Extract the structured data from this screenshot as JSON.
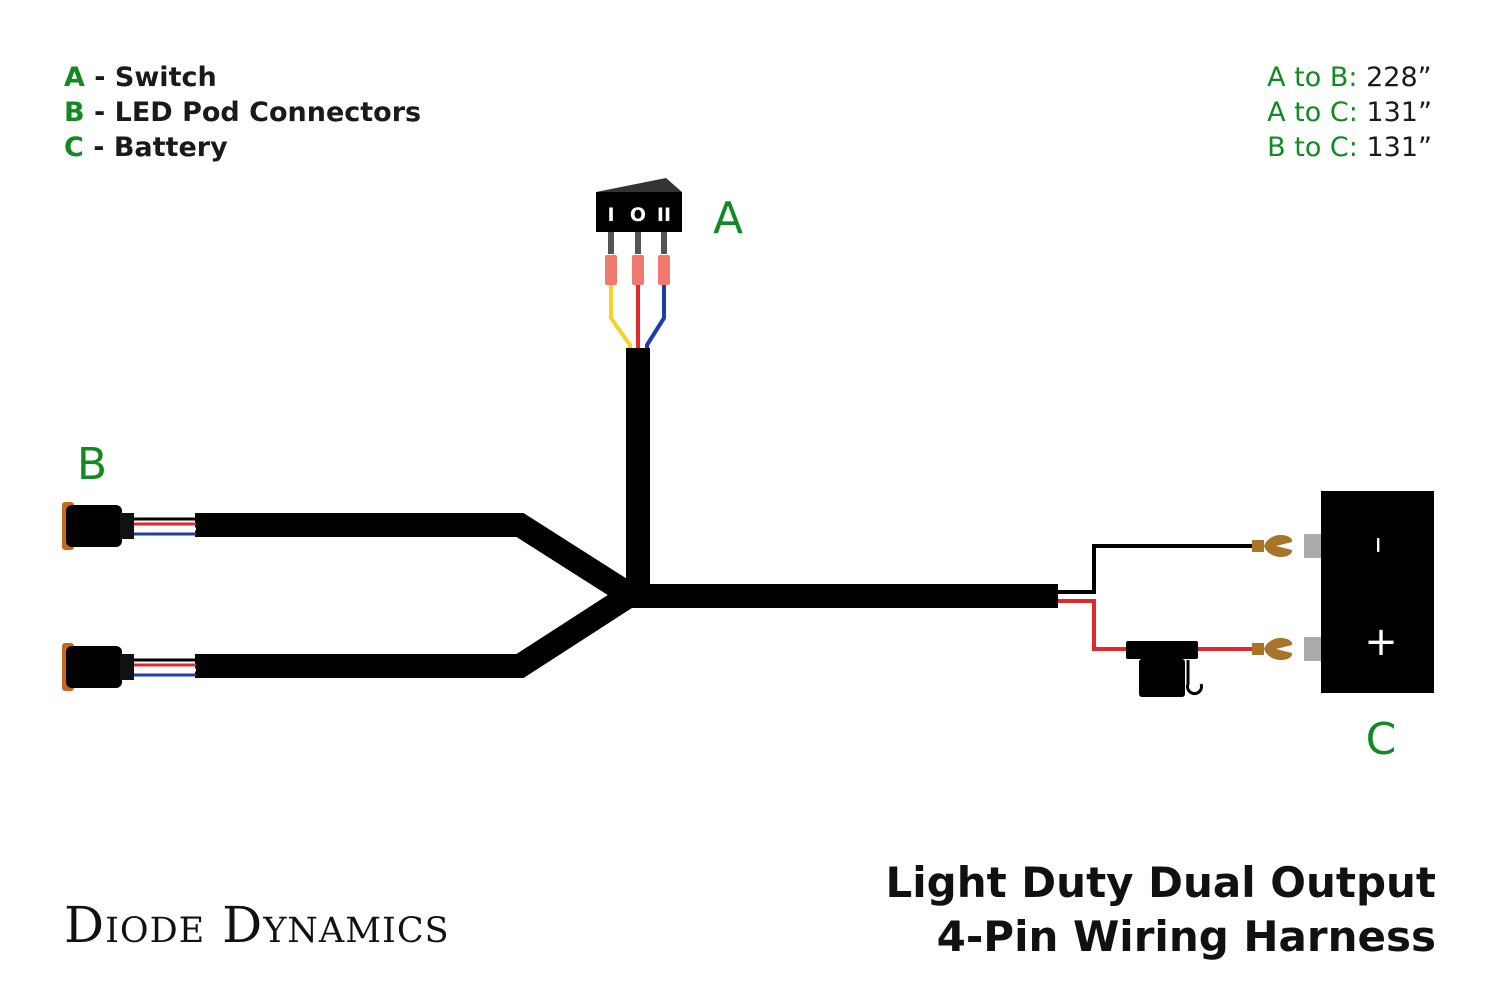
{
  "legend": [
    {
      "key": "A",
      "sep": " - ",
      "label": "Switch"
    },
    {
      "key": "B",
      "sep": " - ",
      "label": "LED Pod Connectors"
    },
    {
      "key": "C",
      "sep": " - ",
      "label": "Battery"
    }
  ],
  "distances": [
    {
      "label": "A to B:",
      "value": "228”"
    },
    {
      "label": "A to C:",
      "value": "131”"
    },
    {
      "label": "B to C:",
      "value": "131”"
    }
  ],
  "diagram": {
    "label_a": "A",
    "label_b": "B",
    "label_c": "C",
    "switch_positions": [
      "I",
      "O",
      "II"
    ],
    "battery_negative": "–",
    "battery_positive": "+"
  },
  "title": {
    "line1": "Light Duty Dual Output",
    "line2": "4-Pin Wiring Harness"
  },
  "brand": "Diode Dynamics",
  "colors": {
    "accent_green": "#128a22",
    "wire_yellow": "#f5d22a",
    "wire_red": "#e02a2a",
    "wire_blue": "#1f3ca8",
    "terminal_pink": "#f07a6e",
    "ring_terminal_brown": "#a8742a",
    "harness_black": "#000000"
  }
}
